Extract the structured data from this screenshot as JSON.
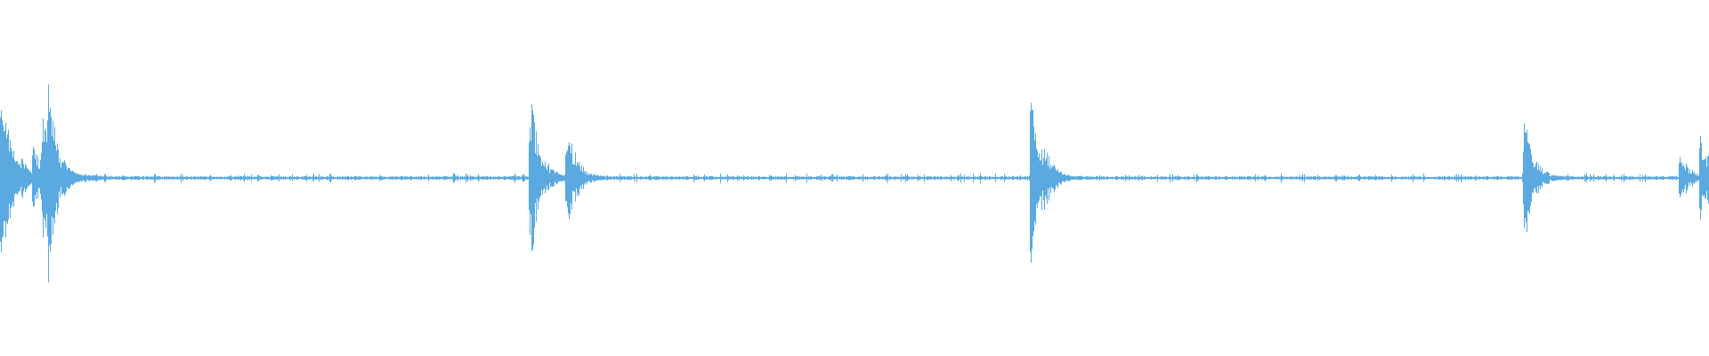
{
  "waveform": {
    "color": "#5aa9e0",
    "background": "#ffffff",
    "samples_per_second": 1,
    "amplitude_scale": 1,
    "peaks": [
      {
        "t": 0.0,
        "a": 0.78
      },
      {
        "t": 0.004,
        "a": 0.55
      },
      {
        "t": 0.012,
        "a": 0.22
      },
      {
        "t": 0.02,
        "a": 0.35
      },
      {
        "t": 0.025,
        "a": 0.64
      },
      {
        "t": 0.028,
        "a": 0.95
      },
      {
        "t": 0.031,
        "a": 0.5
      },
      {
        "t": 0.311,
        "a": 0.75
      },
      {
        "t": 0.316,
        "a": 0.3
      },
      {
        "t": 0.332,
        "a": 0.55
      },
      {
        "t": 0.604,
        "a": 0.74
      },
      {
        "t": 0.612,
        "a": 0.3
      },
      {
        "t": 0.893,
        "a": 0.55
      },
      {
        "t": 0.984,
        "a": 0.25
      },
      {
        "t": 0.996,
        "a": 0.5
      }
    ],
    "noise_floor": 0.012
  }
}
